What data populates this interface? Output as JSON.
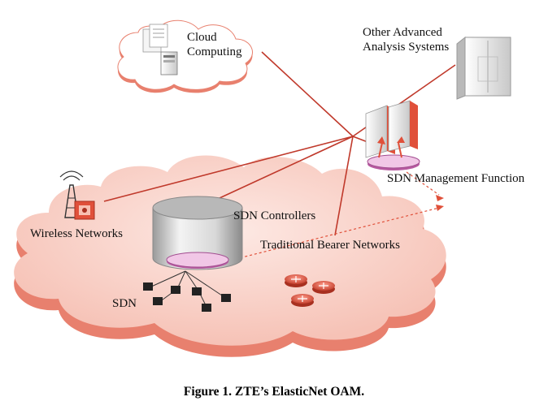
{
  "labels": {
    "cloud_computing_line1": "Cloud",
    "cloud_computing_line2": "Computing",
    "other_systems_line1": "Other Advanced",
    "other_systems_line2": "Analysis Systems",
    "sdn_management": "SDN Management Function",
    "sdn_controllers": "SDN Controllers",
    "wireless_networks": "Wireless Networks",
    "traditional_bearer": "Traditional Bearer Networks",
    "sdn": "SDN"
  },
  "caption": "Figure 1. ZTE’s ElasticNet OAM.",
  "colors": {
    "network_fill": "#f9d6cf",
    "network_shadow": "#e8806e",
    "line_red": "#c0392b",
    "arrow_red": "#e0503a"
  }
}
